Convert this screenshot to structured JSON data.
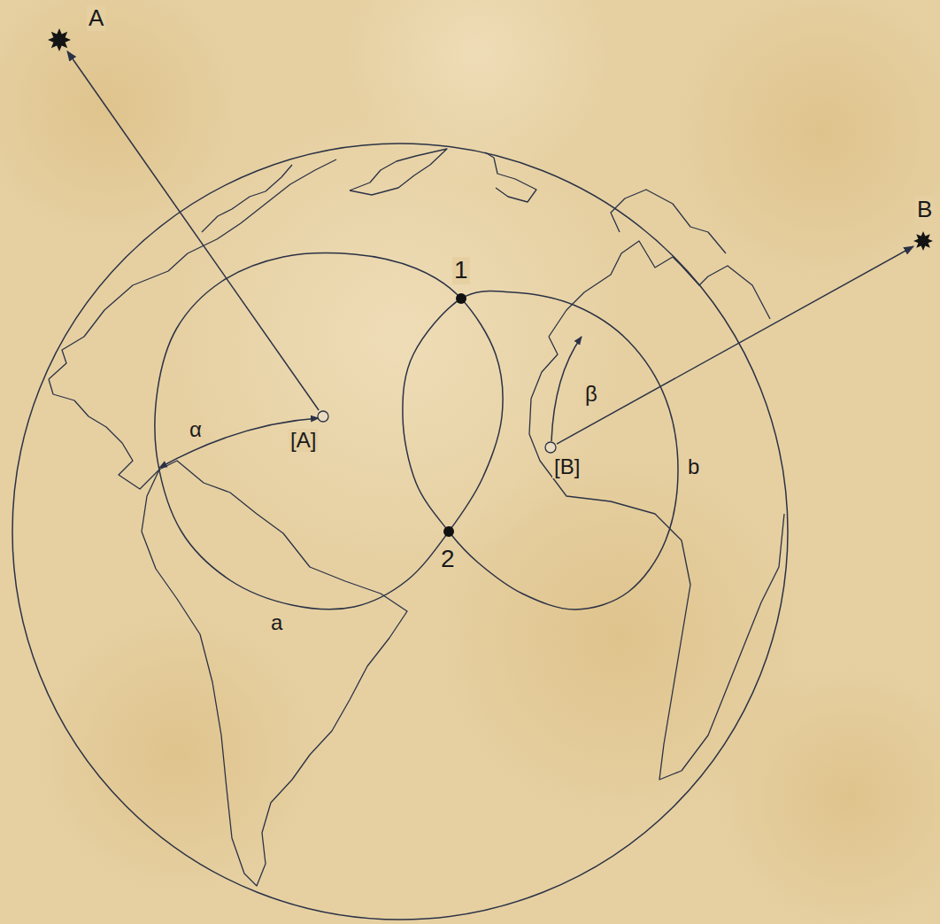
{
  "diagram": {
    "nodes": [
      {
        "text": [
          "A"
        ]
      },
      {
        "text": [
          "B"
        ]
      },
      {
        "text": [
          "[A]"
        ]
      },
      {
        "text": [
          "[B]"
        ]
      }
    ],
    "edges": [
      {
        "from": 2,
        "to": 0,
        "arrow": "to"
      },
      {
        "from": 3,
        "to": 1,
        "arrow": "to"
      }
    ],
    "labels": [
      "1",
      "α",
      "β",
      "b",
      "2",
      "a"
    ]
  }
}
